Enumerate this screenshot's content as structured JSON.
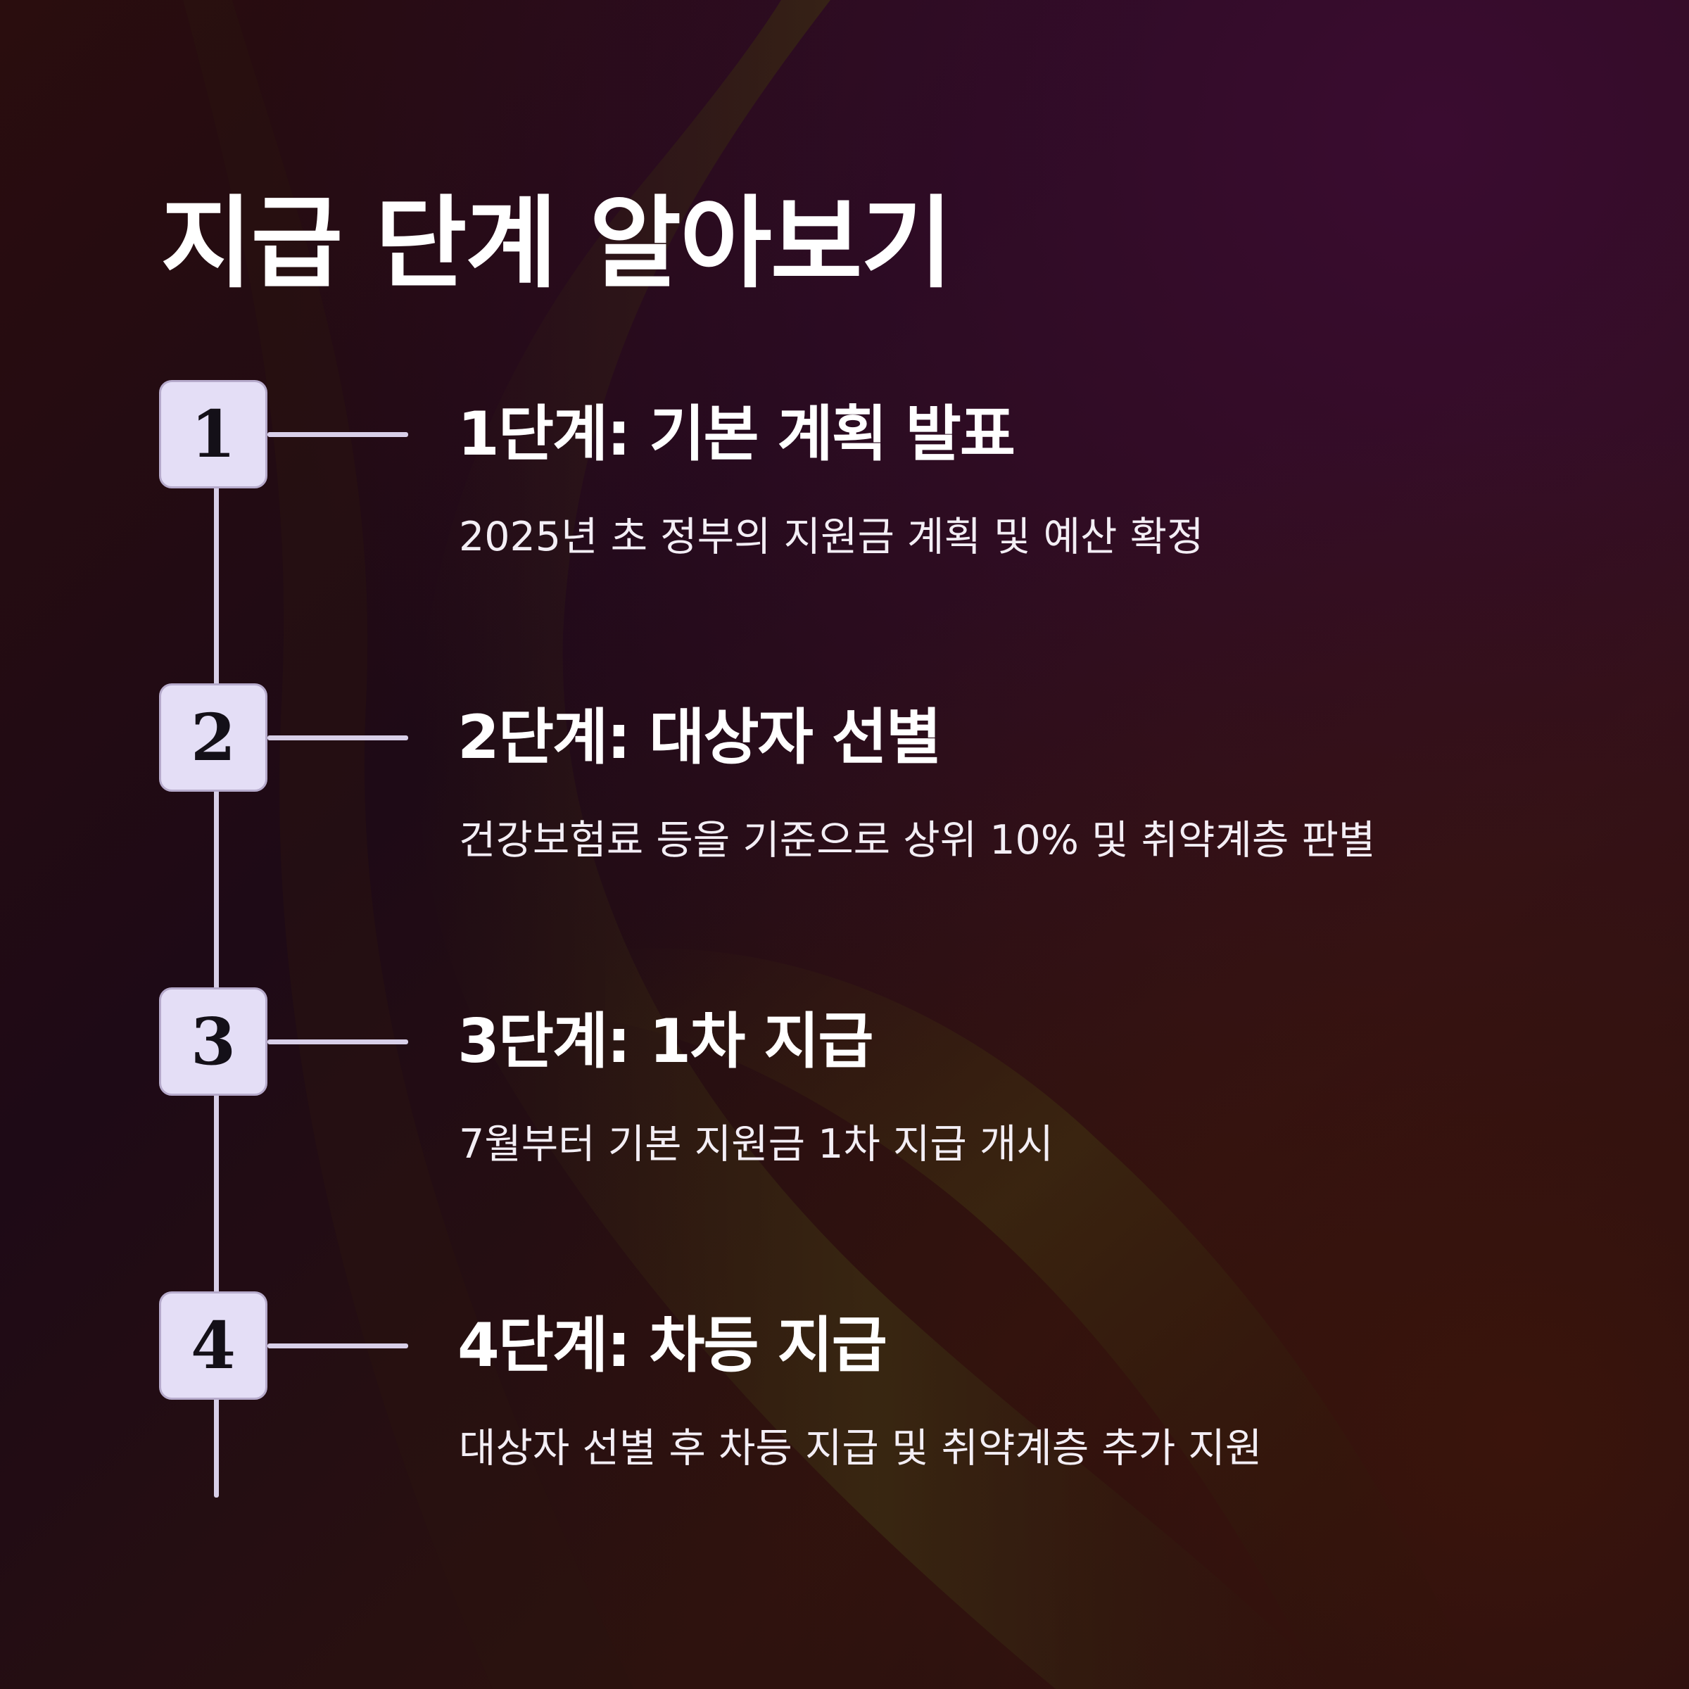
{
  "title": "지급 단계 알아보기",
  "steps": [
    {
      "number": "1",
      "title": "1단계: 기본 계획 발표",
      "description": "2025년 초 정부의 지원금 계획 및 예산 확정"
    },
    {
      "number": "2",
      "title": "2단계: 대상자 선별",
      "description": "건강보험료 등을 기준으로 상위 10% 및 취약계층 판별"
    },
    {
      "number": "3",
      "title": "3단계: 1차 지급",
      "description": "7월부터 기본 지원금 1차 지급 개시"
    },
    {
      "number": "4",
      "title": "4단계: 차등 지급",
      "description": "대상자 선별 후 차등 지급 및 취약계층 추가 지원"
    }
  ],
  "colors": {
    "background_dark": "#1a0a10",
    "background_plum": "#2a0a26",
    "background_amber": "#3a1a0c",
    "badge_fill": "#e4def6",
    "line": "#d8cfe8",
    "text": "#ffffff"
  }
}
